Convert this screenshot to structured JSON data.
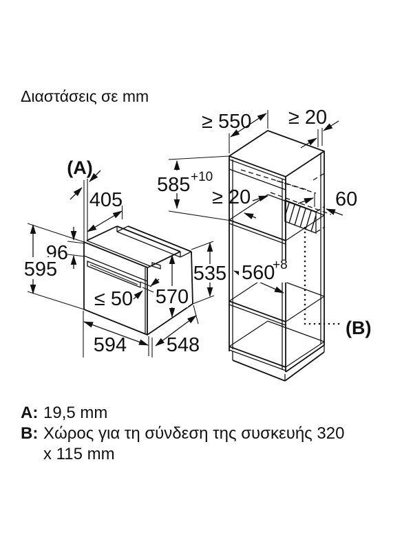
{
  "title": "Διαστάσεις σε mm",
  "oven": {
    "callout_a": "(A)",
    "top_depth": "405",
    "panel_height": "96",
    "front_height": "595",
    "handle_clearance": "≤ 50",
    "body_height": "570",
    "front_width": "594",
    "depth": "548",
    "rear_height": "535"
  },
  "cabinet": {
    "min_depth": "≥ 550",
    "rear_gap": "≥ 20",
    "niche_height": "585",
    "niche_height_tolerance": "+10",
    "vent_gap": "≥ 20",
    "connection_depth": "60",
    "niche_width": "560",
    "niche_width_tolerance": "+8",
    "callout_b": "(B)"
  },
  "legend": {
    "a_key": "A:",
    "a_value": "19,5 mm",
    "b_key": "B:",
    "b_value": "Χώρος για τη σύνδεση της συσκευής 320",
    "b_value_cont": "x 115 mm"
  }
}
